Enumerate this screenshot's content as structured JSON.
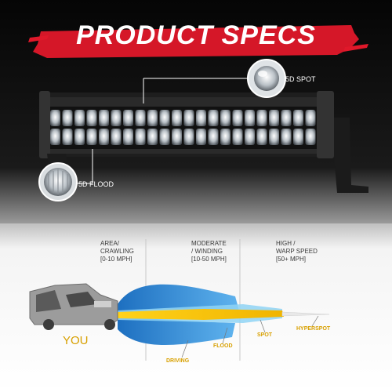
{
  "header": {
    "title": "PRODUCT SPECS"
  },
  "callouts": {
    "spot": "5D SPOT",
    "flood": "5D FLOOD"
  },
  "zones": {
    "low": [
      "AREA/",
      "CRAWLING",
      "[0-10 MPH]"
    ],
    "mid": [
      "MODERATE",
      "/ WINDING",
      "[10-50 MPH]"
    ],
    "high": [
      "HIGH /",
      "WARP SPEED",
      "[50+ MPH]"
    ]
  },
  "beams": {
    "driving": "DRIVING",
    "flood": "FLOOD",
    "spot": "SPOT",
    "hyperspot": "HYPERSPOT"
  },
  "vehicle": {
    "label": "YOU"
  },
  "colors": {
    "accent": "#e0182a",
    "beam_blue": "#2e8fd6",
    "beam_yellow": "#f2c400",
    "text_gold": "#d8a000",
    "dark_bg": "#0b0b0b"
  }
}
